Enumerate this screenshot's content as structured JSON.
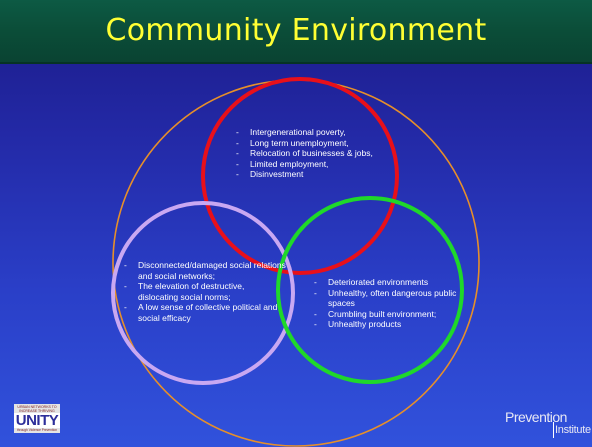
{
  "slide": {
    "title": "Community Environment"
  },
  "diagram": {
    "colors": {
      "outer_circle": "#e68f2a",
      "top_circle": "#e8101a",
      "left_circle": "#c9a8f2",
      "right_circle": "#1fd82a"
    },
    "top_circle_items": [
      "Intergenerational poverty,",
      "Long term unemployment,",
      "Relocation of businesses & jobs,",
      "Limited employment,",
      "Disinvestment"
    ],
    "left_circle_items": [
      "Disconnected/damaged social relations and social networks;",
      "The elevation of destructive, dislocating social norms;",
      "A low sense of collective political and social efficacy"
    ],
    "right_circle_items": [
      "Deteriorated environments",
      "Unhealthy, often dangerous public spaces",
      "Crumbling built environment;",
      "Unhealthy products"
    ]
  },
  "footer": {
    "unity_logo": {
      "top_text": "URBAN NETWORKS TO INCREASE THRIVING YOUTH",
      "word": "UNITY",
      "bottom_text": "through Violence Prevention"
    },
    "brand": {
      "line1": "Prevention",
      "line2": "Institute"
    }
  }
}
